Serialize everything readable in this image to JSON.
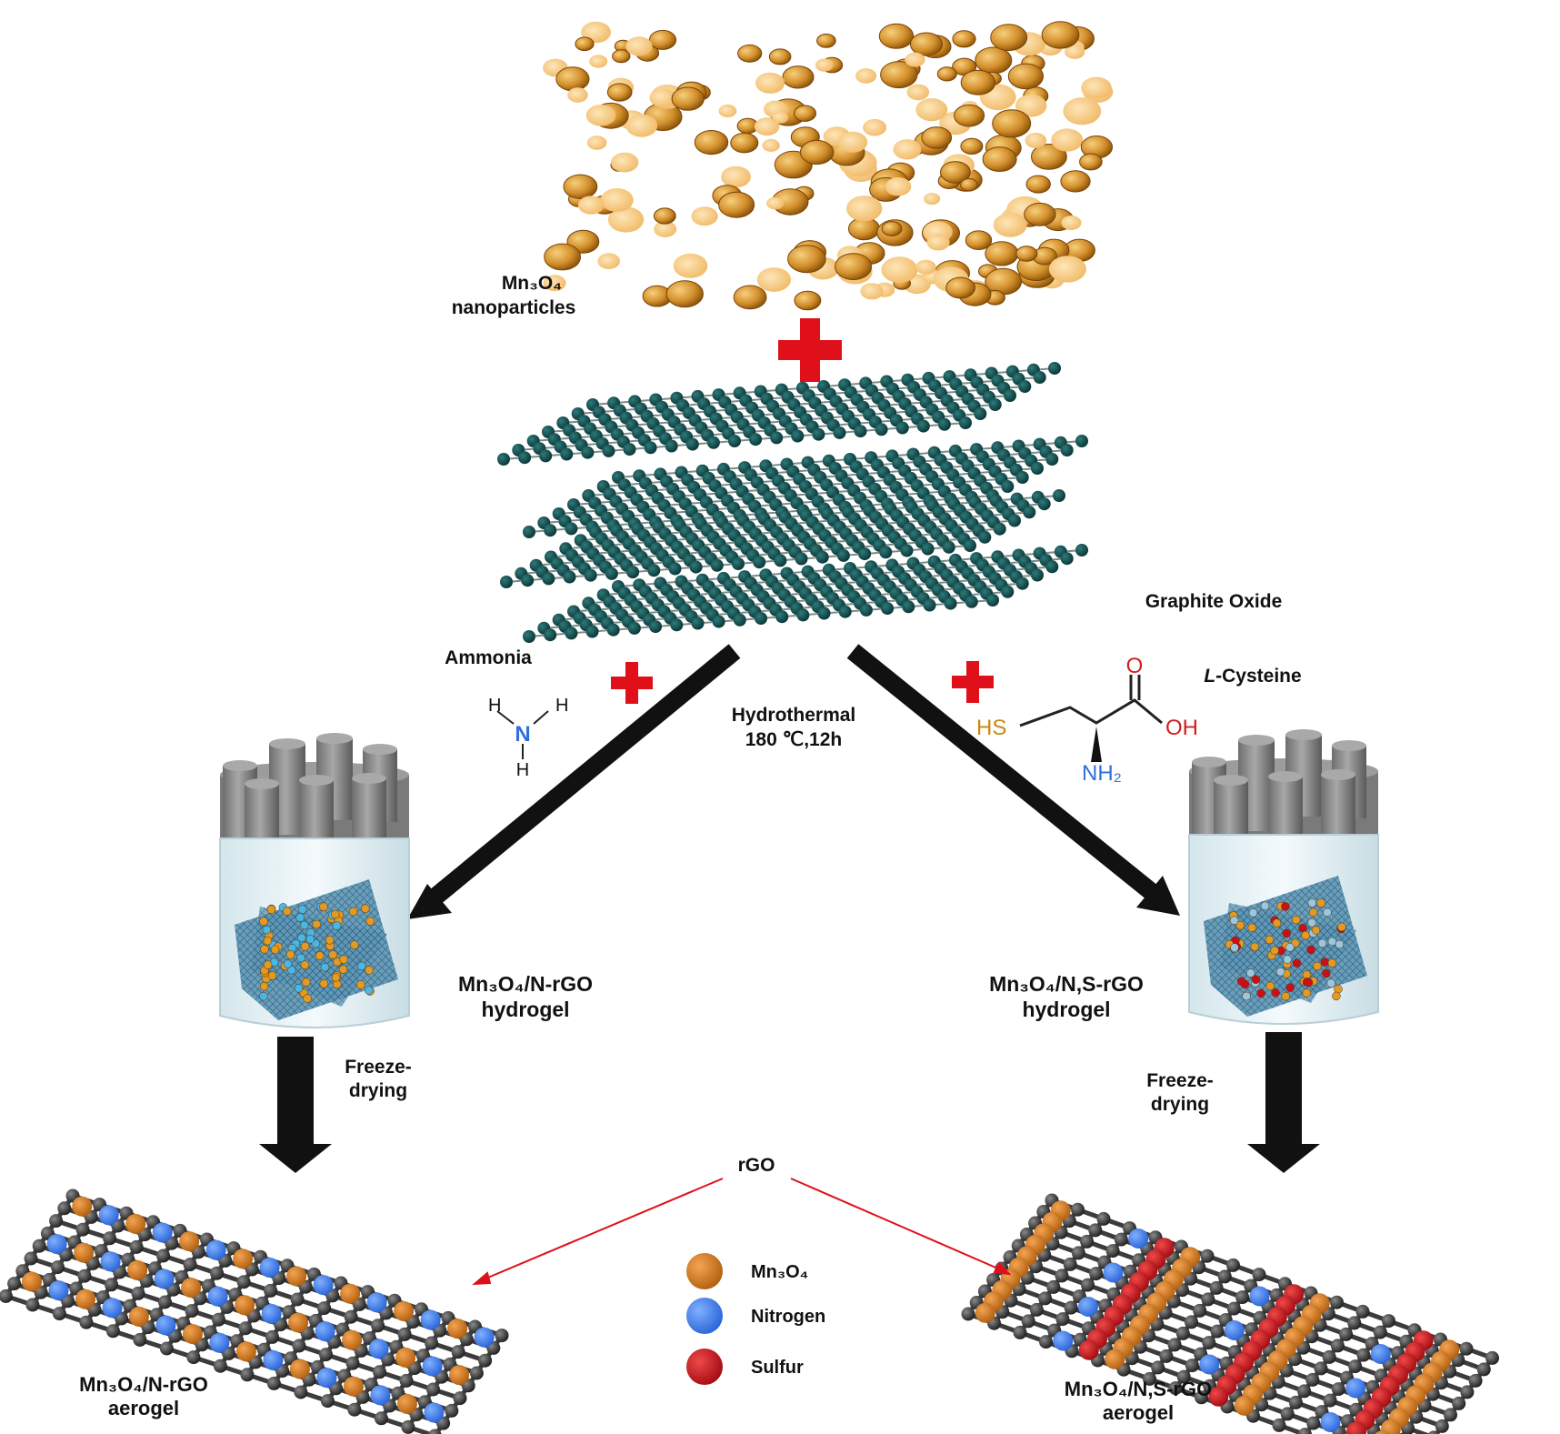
{
  "labels": {
    "nanoparticles_formula": "Mn3O4",
    "nanoparticles_text": "nanoparticles",
    "graphite_oxide": "Graphite Oxide",
    "ammonia": "Ammonia",
    "hydrothermal_line1": "Hydrothermal",
    "hydrothermal_line2": "180 ℃,12h",
    "cysteine_prefix": "L",
    "cysteine_name": "-Cysteine",
    "left_hydrogel_formula": "Mn3O4/N-rGO",
    "left_hydrogel_text": "hydrogel",
    "right_hydrogel_formula": "Mn3O4/N,S-rGO",
    "right_hydrogel_text": "hydrogel",
    "freeze_line1": "Freeze-",
    "freeze_line2": "drying",
    "rgo": "rGO",
    "left_aerogel_formula": "Mn3O4/N-rGO",
    "left_aerogel_text": "aerogel",
    "right_aerogel_formula": "Mn3O4/N,S-rGO",
    "right_aerogel_text": "aerogel"
  },
  "ammonia_atoms": {
    "h_top_left": "H",
    "h_top_right": "H",
    "n": "N",
    "h_bottom": "H"
  },
  "cysteine_atoms": {
    "hs": "HS",
    "o": "O",
    "oh": "OH",
    "nh2": "NH2"
  },
  "legend": [
    {
      "label": "Mn3O4",
      "color": "#d07a1f"
    },
    {
      "label": "Nitrogen",
      "color": "#3a7df5"
    },
    {
      "label": "Sulfur",
      "color": "#c8101a"
    }
  ],
  "colors": {
    "plus": "#e0101a",
    "arrow": "#111111",
    "graphite_atom": "#0f4a4a",
    "carbon": "#3a3a3a",
    "lid": "#8a8a8a",
    "mn3o4": "#d07a1f",
    "nitrogen": "#3a7df5",
    "sulfur": "#c8101a",
    "pointer": "#e0101a"
  }
}
